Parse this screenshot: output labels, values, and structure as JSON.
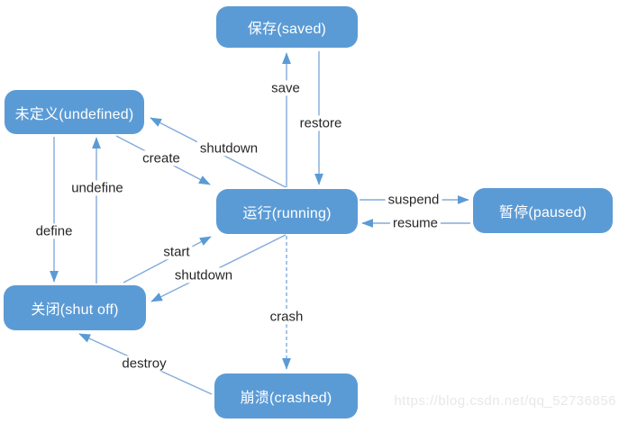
{
  "diagram": {
    "nodes": [
      {
        "id": "saved",
        "label": "保存(saved)"
      },
      {
        "id": "undefined",
        "label": "未定义(undefined)"
      },
      {
        "id": "running",
        "label": "运行(running)"
      },
      {
        "id": "paused",
        "label": "暂停(paused)"
      },
      {
        "id": "shut-off",
        "label": "关闭(shut off)"
      },
      {
        "id": "crashed",
        "label": "崩溃(crashed)"
      }
    ],
    "edges": [
      {
        "id": "save",
        "label": "save",
        "from": "running",
        "to": "saved",
        "line": "solid"
      },
      {
        "id": "restore",
        "label": "restore",
        "from": "saved",
        "to": "running",
        "line": "solid"
      },
      {
        "id": "shutdown-to-undefined",
        "label": "shutdown",
        "from": "running",
        "to": "undefined",
        "line": "solid"
      },
      {
        "id": "create",
        "label": "create",
        "from": "undefined",
        "to": "running",
        "line": "solid"
      },
      {
        "id": "undefine",
        "label": "undefine",
        "from": "shut-off",
        "to": "undefined",
        "line": "solid"
      },
      {
        "id": "define",
        "label": "define",
        "from": "undefined",
        "to": "shut-off",
        "line": "solid"
      },
      {
        "id": "start",
        "label": "start",
        "from": "shut-off",
        "to": "running",
        "line": "solid"
      },
      {
        "id": "shutdown-to-shutoff",
        "label": "shutdown",
        "from": "running",
        "to": "shut-off",
        "line": "solid"
      },
      {
        "id": "suspend",
        "label": "suspend",
        "from": "running",
        "to": "paused",
        "line": "solid"
      },
      {
        "id": "resume",
        "label": "resume",
        "from": "paused",
        "to": "running",
        "line": "solid"
      },
      {
        "id": "crash",
        "label": "crash",
        "from": "running",
        "to": "crashed",
        "line": "dashed"
      },
      {
        "id": "destroy",
        "label": "destroy",
        "from": "crashed",
        "to": "shut-off",
        "line": "solid"
      }
    ]
  },
  "watermark": "https://blog.csdn.net/qq_52736856",
  "colors": {
    "node_fill": "#5b9bd5",
    "node_text": "#ffffff",
    "connector_line": "#82abdb",
    "arrowhead": "#5b9bd5",
    "edge_label_text": "#262626",
    "watermark_text": "#e8e8e8",
    "background": "#ffffff"
  }
}
